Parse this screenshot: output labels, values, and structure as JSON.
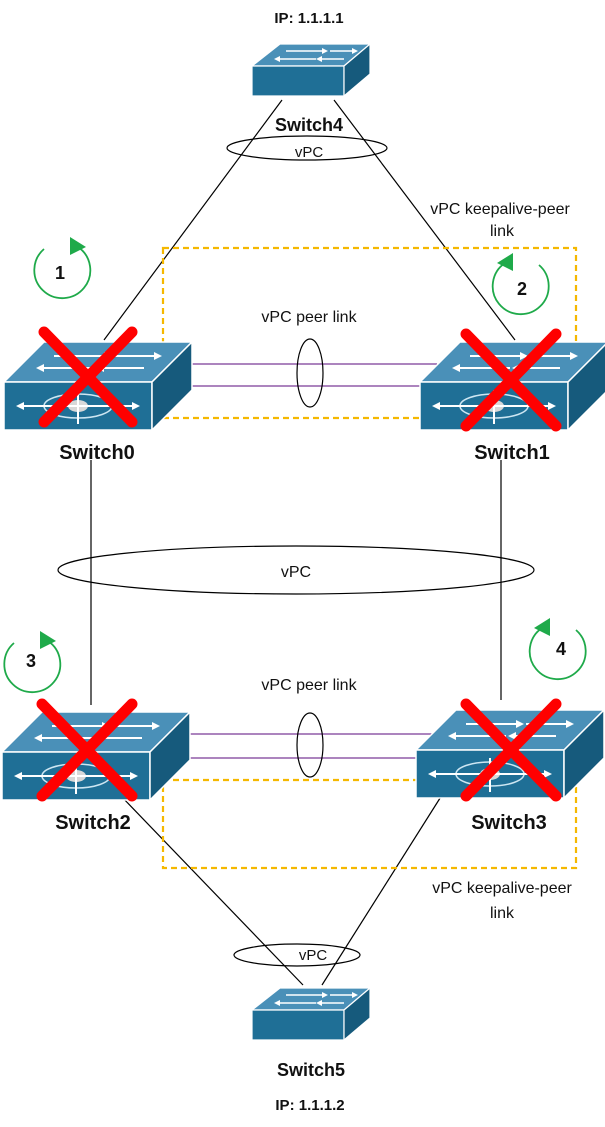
{
  "ip_top": "IP: 1.1.1.1",
  "ip_bottom": "IP: 1.1.1.2",
  "switches": {
    "switch0": "Switch0",
    "switch1": "Switch1",
    "switch2": "Switch2",
    "switch3": "Switch3",
    "switch4": "Switch4",
    "switch5": "Switch5"
  },
  "vpc_labels": {
    "top": "vPC",
    "middle": "vPC",
    "bottom": "vPC"
  },
  "peer_links": {
    "top": "vPC peer link",
    "bottom": "vPC peer link"
  },
  "keepalive": {
    "top_line1": "vPC keepalive-peer",
    "top_line2": "link",
    "bottom_line1": "vPC keepalive-peer",
    "bottom_line2": "link"
  },
  "steps": [
    "1",
    "2",
    "3",
    "4"
  ],
  "colors": {
    "switch_blue": "#1f6f96",
    "failure_x": "#ff0000",
    "keepalive_dash": "#f5b800",
    "peer_link": "#7b3a96",
    "step_arrow": "#1faa4a"
  }
}
